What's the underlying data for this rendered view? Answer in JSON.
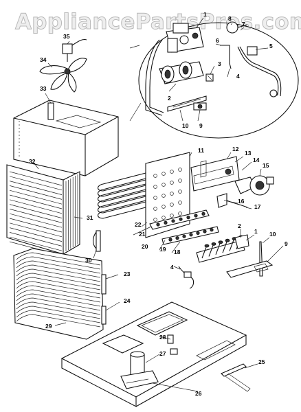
{
  "watermark": "AppliancePartsPros.com",
  "callouts": [
    {
      "label": "1"
    },
    {
      "label": "2"
    },
    {
      "label": "3"
    },
    {
      "label": "4"
    },
    {
      "label": "5"
    },
    {
      "label": "6"
    },
    {
      "label": "7"
    },
    {
      "label": "8"
    },
    {
      "label": "9"
    },
    {
      "label": "10"
    },
    {
      "label": "11"
    },
    {
      "label": "12"
    },
    {
      "label": "13"
    },
    {
      "label": "14"
    },
    {
      "label": "15"
    },
    {
      "label": "16"
    },
    {
      "label": "17"
    },
    {
      "label": "18"
    },
    {
      "label": "19"
    },
    {
      "label": "20"
    },
    {
      "label": "21"
    },
    {
      "label": "22"
    },
    {
      "label": "23"
    },
    {
      "label": "24"
    },
    {
      "label": "25"
    },
    {
      "label": "26"
    },
    {
      "label": "27"
    },
    {
      "label": "28"
    },
    {
      "label": "29"
    },
    {
      "label": "30"
    },
    {
      "label": "31"
    },
    {
      "label": "32"
    },
    {
      "label": "33"
    },
    {
      "label": "34"
    },
    {
      "label": "35"
    },
    {
      "label": "2"
    },
    {
      "label": "1"
    },
    {
      "label": "10"
    },
    {
      "label": "9"
    },
    {
      "label": "4"
    }
  ]
}
